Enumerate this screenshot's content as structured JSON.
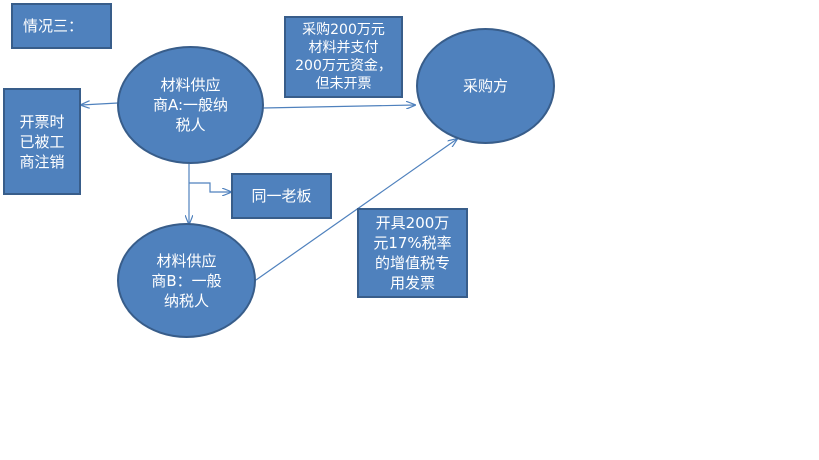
{
  "title": "情况三：",
  "nodes": {
    "supplier_a": "材料供应\n商A:一般纳\n税人",
    "supplier_b": "材料供应\n商B：一般\n纳税人",
    "buyer": "采购方",
    "cancelled_note": "开票时\n已被工\n商注销",
    "same_owner": "同一老板",
    "purchase_note": "采购200万元\n材料并支付\n200万元资金，\n但未开票",
    "invoice_note": "开具200万\n元17%税率\n的增值税专\n用发票"
  },
  "colors": {
    "node_fill": "#4f81bd",
    "node_border": "#385d8a",
    "connector": "#4f81bd"
  }
}
